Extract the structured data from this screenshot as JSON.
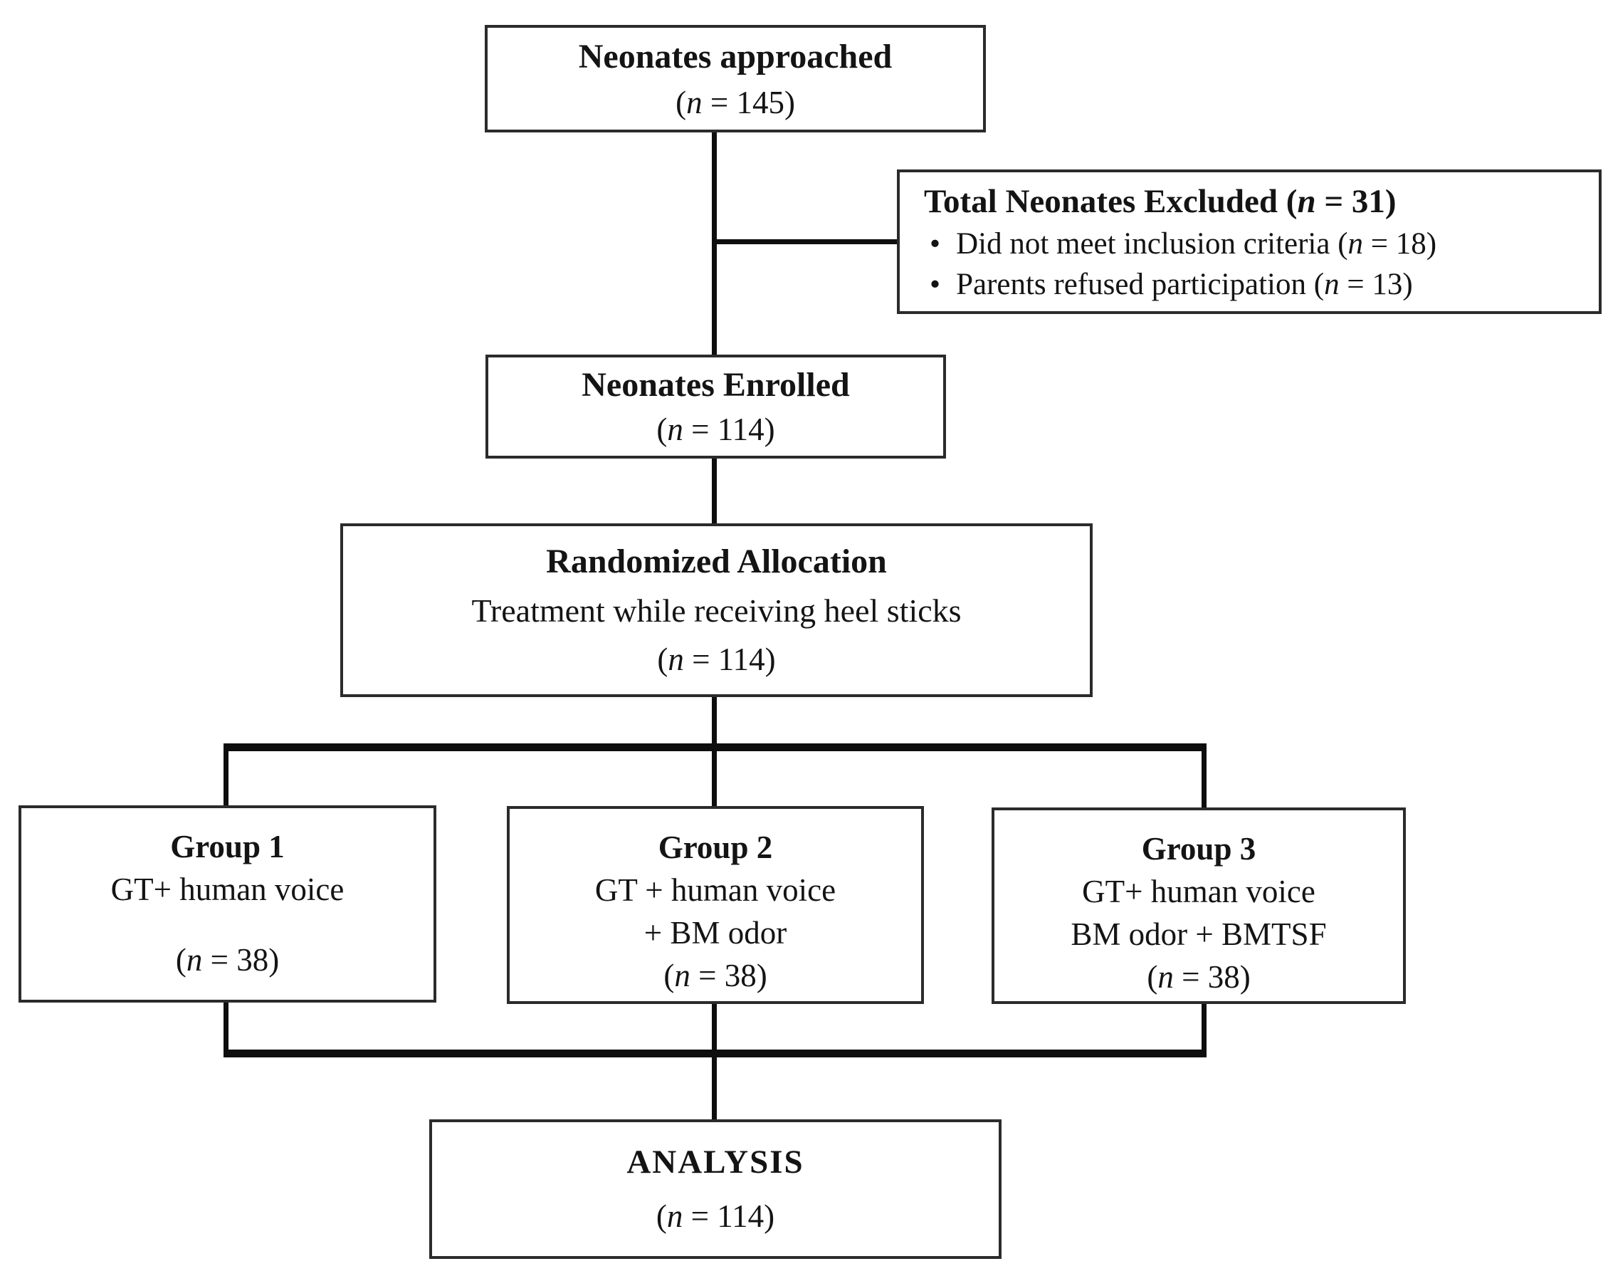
{
  "boxes": {
    "approached": {
      "title": "Neonates approached",
      "n": "(n = 145)"
    },
    "excluded": {
      "title": "Total Neonates Excluded (n = 31)",
      "bullet_glyph": "•",
      "items": [
        "Did not meet inclusion criteria (n = 18)",
        "Parents refused participation (n = 13)"
      ]
    },
    "enrolled": {
      "title": "Neonates Enrolled",
      "n": "(n = 114)"
    },
    "randomized": {
      "title": "Randomized Allocation",
      "subtitle": "Treatment while receiving heel sticks",
      "n": "(n = 114)"
    },
    "group1": {
      "title": "Group 1",
      "line1": "GT+ human voice",
      "n": "(n = 38)"
    },
    "group2": {
      "title": "Group 2",
      "line1": "GT + human voice",
      "line2": "+ BM odor",
      "n": "(n = 38)"
    },
    "group3": {
      "title": "Group 3",
      "line1": "GT+ human voice",
      "line2": "BM odor + BMTSF",
      "n": "(n = 38)"
    },
    "analysis": {
      "title": "ANALYSIS",
      "n": "(n = 114)"
    }
  },
  "colors": {
    "line": "#0e0e0e",
    "border": "#2b2b2b",
    "text": "#141414",
    "background": "#ffffff"
  }
}
